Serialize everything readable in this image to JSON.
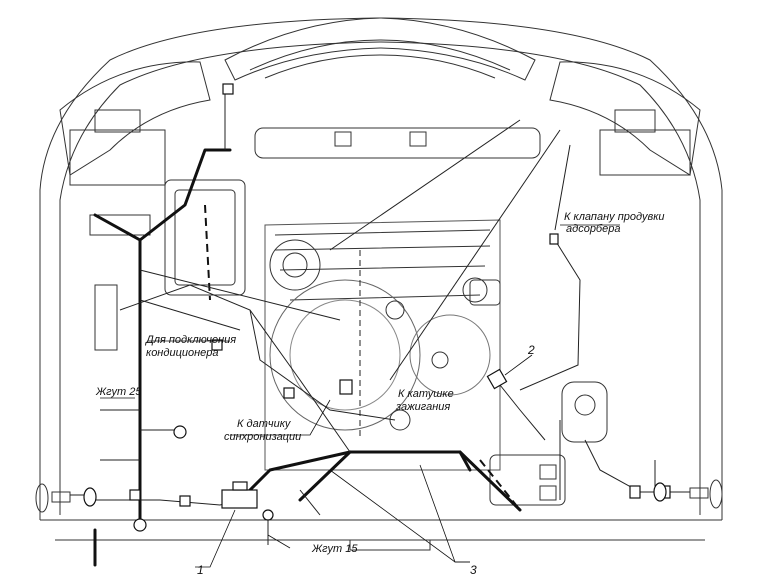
{
  "labels": {
    "harness_25": "Жгут 25",
    "harness_15": "Жгут 15",
    "ac_line1": "Для подключения",
    "ac_line2": "кондиционера",
    "sync_line1": "К датчику",
    "sync_line2": "синхронизации",
    "coil_line1": "К катушке",
    "coil_line2": "зажигания",
    "valve_line1": "К клапану продувки",
    "valve_line2": "адсорбера"
  },
  "callouts": {
    "one": "1",
    "two": "2",
    "three": "3"
  },
  "colors": {
    "ink": "#1a1a1a",
    "harness": "#111111",
    "background": "#ffffff"
  }
}
